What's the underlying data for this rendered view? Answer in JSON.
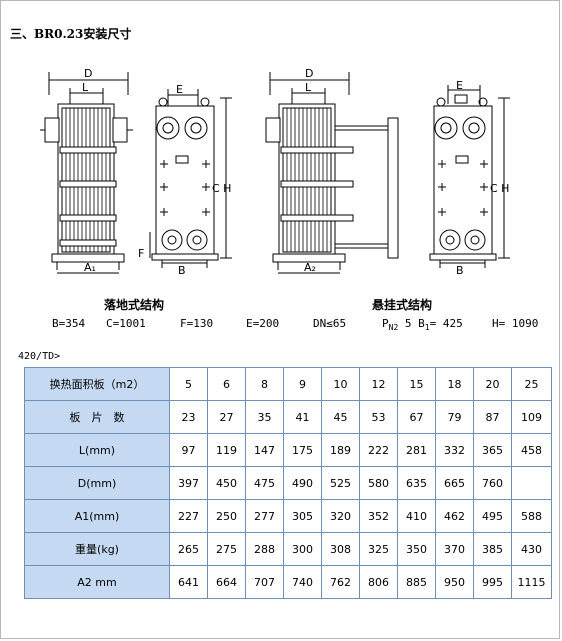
{
  "title": "三、BR0.23安装尺寸",
  "captions": {
    "floor": "落地式结构",
    "hanging": "悬挂式结构"
  },
  "specs": {
    "B": "B=354",
    "C": "C=1001",
    "F": "F=130",
    "E": "E=200",
    "DN": "DN≤65",
    "P_prefix": "P",
    "P_sub": "N2",
    "P_val": " 5  B",
    "B1_sub": "1",
    "B1_val": "= 425",
    "H": "H= 1090"
  },
  "drawing_labels": {
    "D": "D",
    "L": "L",
    "E": "E",
    "CH": "C H",
    "F": "F",
    "B": "B",
    "A1": "A₁",
    "A2": "A₂"
  },
  "tag": "420/TD>",
  "table": {
    "rows": [
      {
        "label": "换热面积板（m2）",
        "values": [
          "5",
          "6",
          "8",
          "9",
          "10",
          "12",
          "15",
          "18",
          "20",
          "25"
        ]
      },
      {
        "label": "板　片　数",
        "values": [
          "23",
          "27",
          "35",
          "41",
          "45",
          "53",
          "67",
          "79",
          "87",
          "109"
        ]
      },
      {
        "label": "L(mm)",
        "values": [
          "97",
          "119",
          "147",
          "175",
          "189",
          "222",
          "281",
          "332",
          "365",
          "458"
        ]
      },
      {
        "label": "D(mm)",
        "values": [
          "397",
          "450",
          "475",
          "490",
          "525",
          "580",
          "635",
          "665",
          "760",
          ""
        ]
      },
      {
        "label": "A1(mm)",
        "values": [
          "227",
          "250",
          "277",
          "305",
          "320",
          "352",
          "410",
          "462",
          "495",
          "588"
        ]
      },
      {
        "label": "重量(kg)",
        "values": [
          "265",
          "275",
          "288",
          "300",
          "308",
          "325",
          "350",
          "370",
          "385",
          "430"
        ]
      },
      {
        "label": "A2  mm",
        "values": [
          "641",
          "664",
          "707",
          "740",
          "762",
          "806",
          "885",
          "950",
          "995",
          "1115"
        ]
      }
    ]
  }
}
